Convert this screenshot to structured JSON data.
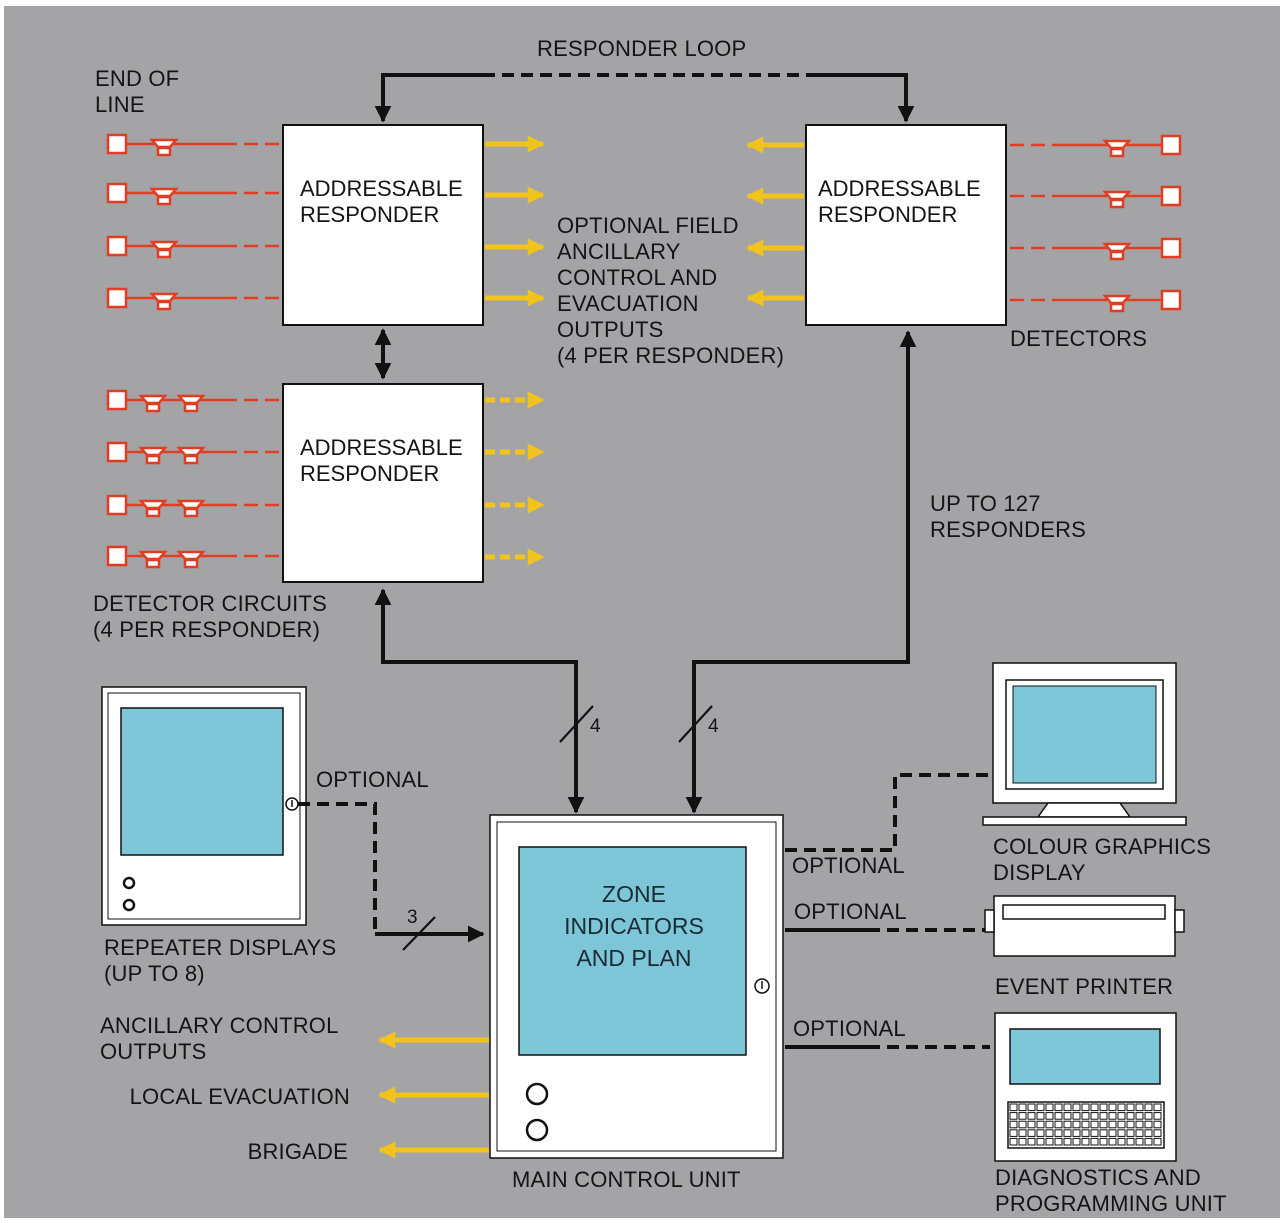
{
  "labels": {
    "responder_loop": "RESPONDER LOOP",
    "end_of_line": [
      "END OF",
      "LINE"
    ],
    "responder": [
      "ADDRESSABLE",
      "RESPONDER"
    ],
    "optional_outputs": [
      "OPTIONAL FIELD",
      "ANCILLARY",
      "CONTROL AND",
      "EVACUATION",
      "OUTPUTS",
      "(4 PER RESPONDER)"
    ],
    "detectors": "DETECTORS",
    "up_to": [
      "UP TO 127",
      "RESPONDERS"
    ],
    "detector_circuits": [
      "DETECTOR CIRCUITS",
      "(4 PER RESPONDER)"
    ],
    "optional": "OPTIONAL",
    "repeater": [
      "REPEATER DISPLAYS",
      "(UP TO 8)"
    ],
    "zone": [
      "ZONE",
      "INDICATORS",
      "AND PLAN"
    ],
    "main_unit": "MAIN CONTROL UNIT",
    "colour_display": [
      "COLOUR GRAPHICS",
      "DISPLAY"
    ],
    "event_printer": "EVENT PRINTER",
    "diagnostics": [
      "DIAGNOSTICS AND",
      "PROGRAMMING UNIT"
    ],
    "ancillary_outputs": [
      "ANCILLARY CONTROL",
      "OUTPUTS"
    ],
    "local_evacuation": "LOCAL EVACUATION",
    "brigade": "BRIGADE",
    "bus_count_4": "4",
    "bus_count_3": "3"
  },
  "colors": {
    "background": "#a4a4a6",
    "detector_red": "#e23d22",
    "output_yellow": "#f2c31b",
    "screen_blue": "#7cc6d8",
    "line_black": "#111111",
    "box_white": "#ffffff"
  }
}
